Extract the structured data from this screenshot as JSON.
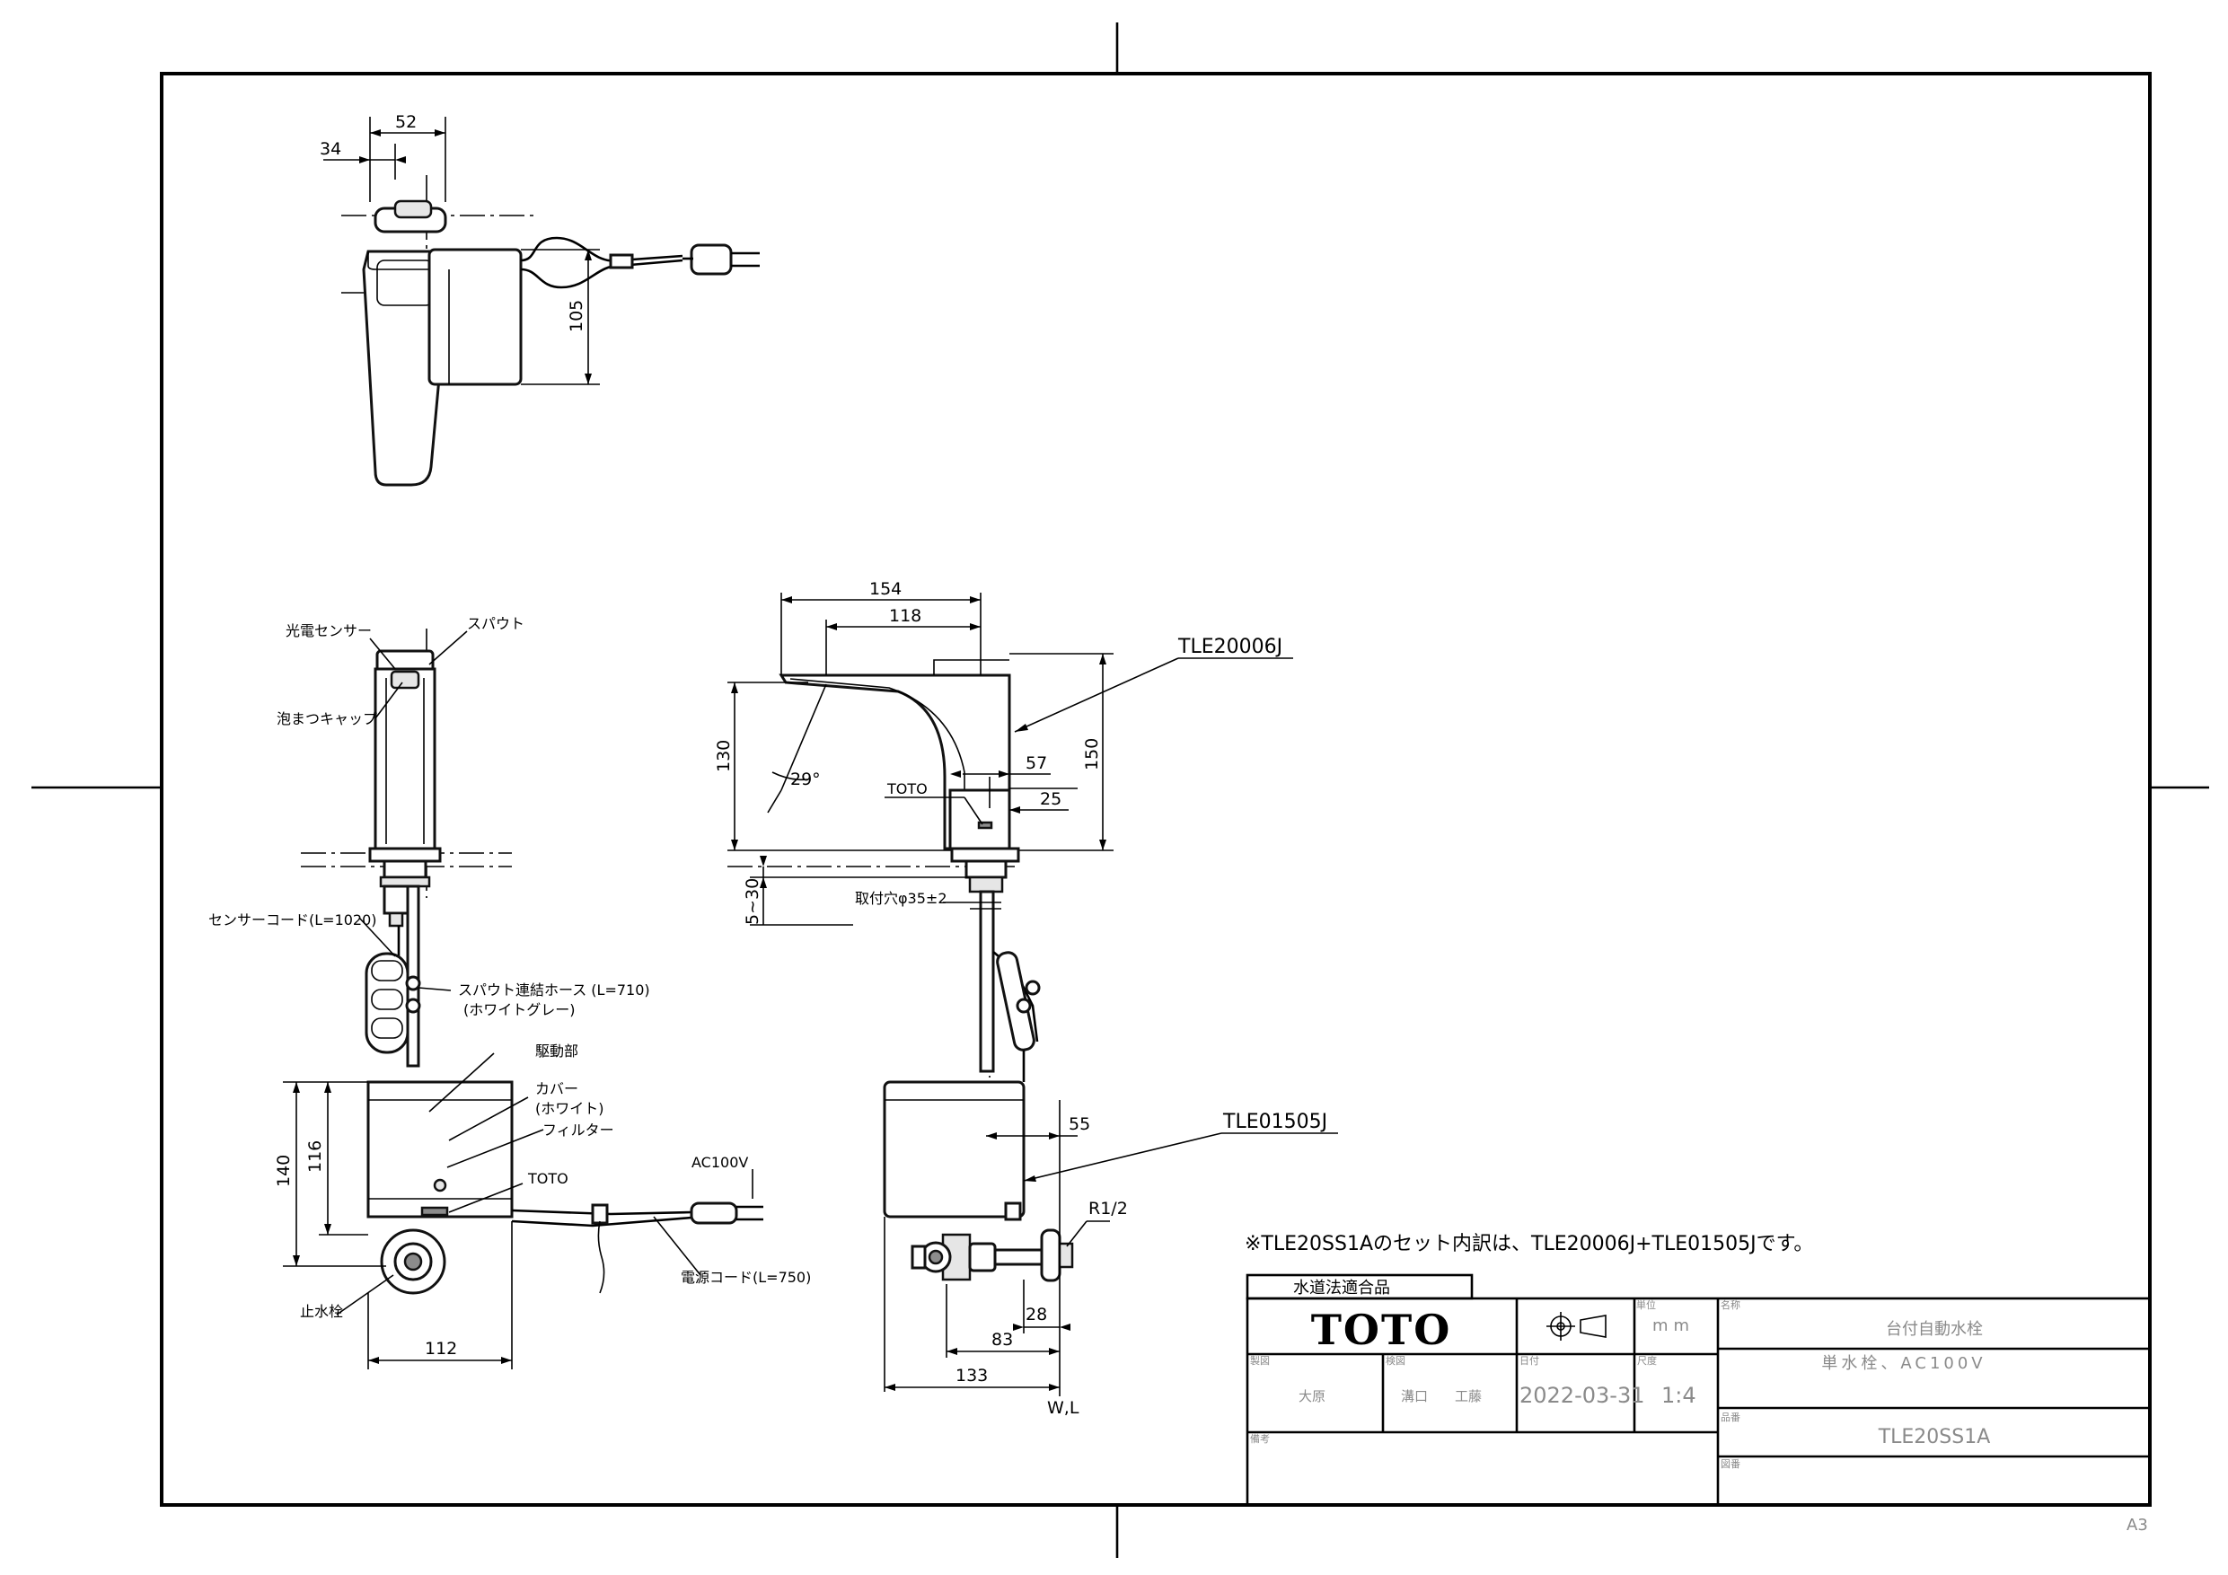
{
  "top_view": {
    "dims": {
      "d34": "34",
      "d52": "52",
      "d105": "105"
    }
  },
  "front_view": {
    "labels": {
      "sensor": "光電センサー",
      "spout": "スパウト",
      "aerator": "泡まつキャップ",
      "sensor_cord": "センサーコード(L=1020)",
      "hose": "スパウト連結ホース (L=710)",
      "hose_color": "(ホワイトグレー)",
      "drive": "駆動部",
      "cover": "カバー",
      "cover_color": "(ホワイト)",
      "filter": "フィルター",
      "toto_mark": "TOTO",
      "ac": "AC100V",
      "power_cord": "電源コード(L=750)",
      "stop_valve": "止水栓"
    },
    "dims": {
      "d140": "140",
      "d116": "116",
      "d112": "112"
    }
  },
  "side_view": {
    "part_spout": "TLE20006J",
    "part_box": "TLE01505J",
    "toto_mark": "TOTO",
    "mount_hole": "取付穴φ35±2",
    "angle": "29°",
    "thread": "R1/2",
    "wl": "W,L",
    "dims": {
      "d154": "154",
      "d118": "118",
      "d130": "130",
      "d150": "150",
      "d57": "57",
      "d25": "25",
      "d5_30": "5~30",
      "d55": "55",
      "d28": "28",
      "d83": "83",
      "d133": "133"
    }
  },
  "set_note": "※TLE20SS1Aのセット内訳は、TLE20006J+TLE01505Jです。",
  "title_block": {
    "compliance": "水道法適合品",
    "logo": "TOTO",
    "unit_label": "単位",
    "unit": "mm",
    "name_label": "名称",
    "name": "台付自動水栓",
    "subname": "単水栓、AC100V",
    "drawn_label": "製図",
    "drawn_by": "大原",
    "checked_label": "検図",
    "checked_by_1": "溝口",
    "checked_by_2": "工藤",
    "date_label": "日付",
    "date": "2022-03-31",
    "scale_label": "尺度",
    "scale": "1:4",
    "part_label": "品番",
    "part_no": "TLE20SS1A",
    "drawing_label": "図番",
    "remarks_label": "備考"
  },
  "sheet_size": "A3"
}
